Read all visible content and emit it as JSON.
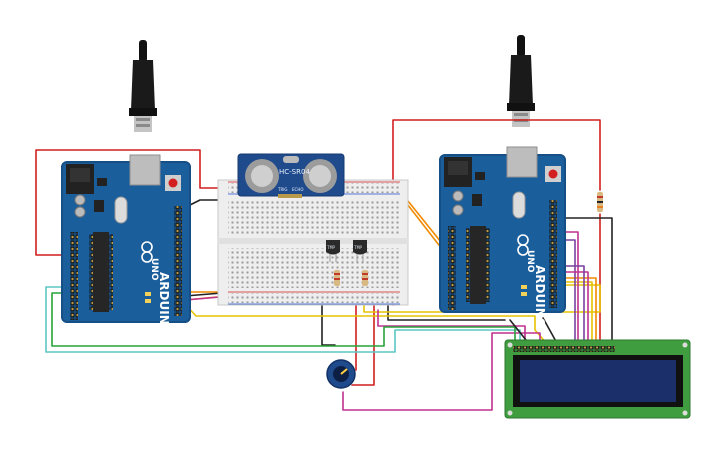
{
  "labels": {
    "sensor_model": "HC-SR04",
    "sensor_trig": "TRIG",
    "sensor_echo": "ECHO",
    "board_brand": "ARDUINO",
    "board_model": "UNO",
    "tmp_a": "TMP",
    "tmp_b": "TMP"
  },
  "colors": {
    "board": "#1b5e9c",
    "board_edge": "#164f86",
    "breadboard": "#eeeeee",
    "lcd_pcb": "#3f9d3f",
    "lcd_screen": "#1b2f6b",
    "wire_red": "#d21f1f",
    "wire_black": "#222222",
    "wire_orange": "#f08a00",
    "wire_yellow": "#e6c200",
    "wire_green": "#27a43a",
    "wire_cyan": "#5cc7c2",
    "wire_magenta": "#c0308f",
    "wire_purple": "#7b3fa0"
  }
}
